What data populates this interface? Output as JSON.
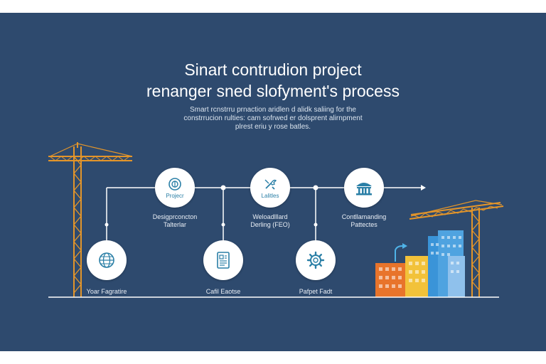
{
  "title": {
    "line1": "Sinart contrudion project",
    "line2": "renanger sned slofyment's process"
  },
  "subtitle": {
    "line1": "Smart rcnstrru prnaction aridlen d alidk saliing for the",
    "line2": "constrrucion rulties: cam sofrwed er dolsprent alirnpment",
    "line3": "plrest eriu y rose batles."
  },
  "steps_top": [
    {
      "inner_label": "Projecr",
      "label_line1": "Desigprconcton",
      "label_line2": "Talterlar",
      "icon": "coin-icon"
    },
    {
      "inner_label": "Lalitles",
      "label_line1": "Weloadlllard",
      "label_line2": "Derling (FEO)",
      "icon": "tools-icon"
    },
    {
      "inner_label": "",
      "label_line1": "Contllamanding",
      "label_line2": "Pattectes",
      "icon": "building-icon"
    }
  ],
  "steps_bottom": [
    {
      "label": "Yoar Fagratire",
      "icon": "globe-icon"
    },
    {
      "label": "Cafil Eaotse",
      "icon": "document-icon"
    },
    {
      "label": "Pafpet Fadt",
      "icon": "gear-icon"
    }
  ],
  "colors": {
    "background": "#2e4a6e",
    "line": "#ffffff",
    "crane": "#e3952a",
    "accent": "#2a7fa6"
  }
}
